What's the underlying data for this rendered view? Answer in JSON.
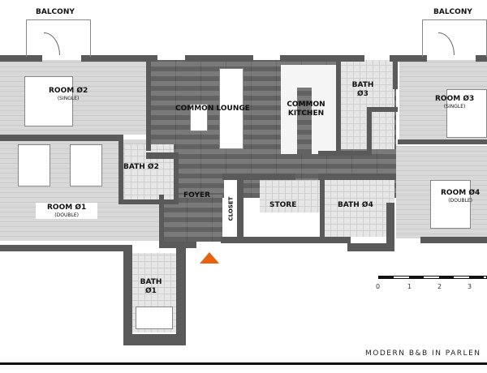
{
  "plan": {
    "title": "MODERN B&B IN PARLEN",
    "balconies": [
      "BALCONY",
      "BALCONY"
    ],
    "rooms": {
      "room2": {
        "name": "ROOM Ø2",
        "type": "(SINGLE)"
      },
      "room1": {
        "name": "ROOM Ø1",
        "type": "(DOUBLE)"
      },
      "room3": {
        "name": "ROOM Ø3",
        "type": "(SINGLE)"
      },
      "room4": {
        "name": "ROOM Ø4",
        "type": "(DOUBLE)"
      },
      "lounge": "COMMON LOUNGE",
      "kitchen": "COMMON KITCHEN",
      "bath1": "BATH Ø1",
      "bath2": "BATH Ø2",
      "bath3": "BATH Ø3",
      "bath4": "BATH Ø4",
      "foyer": "FOYER",
      "closet": "CLOSET",
      "store": "STORE"
    },
    "entrance_color": "#e8620f",
    "scale_labels": [
      "0",
      "1",
      "2",
      "3"
    ]
  }
}
